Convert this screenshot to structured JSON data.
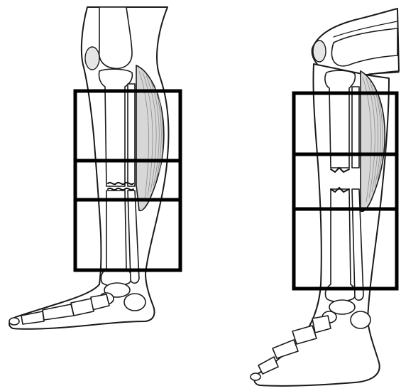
{
  "figure": {
    "left_panel": {
      "subject": "lower-leg-fracture-angulated",
      "grid_rows": 3
    },
    "right_panel": {
      "subject": "lower-leg-fracture-displaced",
      "grid_rows": 3
    },
    "colors": {
      "outline": "#1a1a1a",
      "grid": "#000000",
      "muscle": "#d7d7d7",
      "background": "#ffffff"
    }
  }
}
